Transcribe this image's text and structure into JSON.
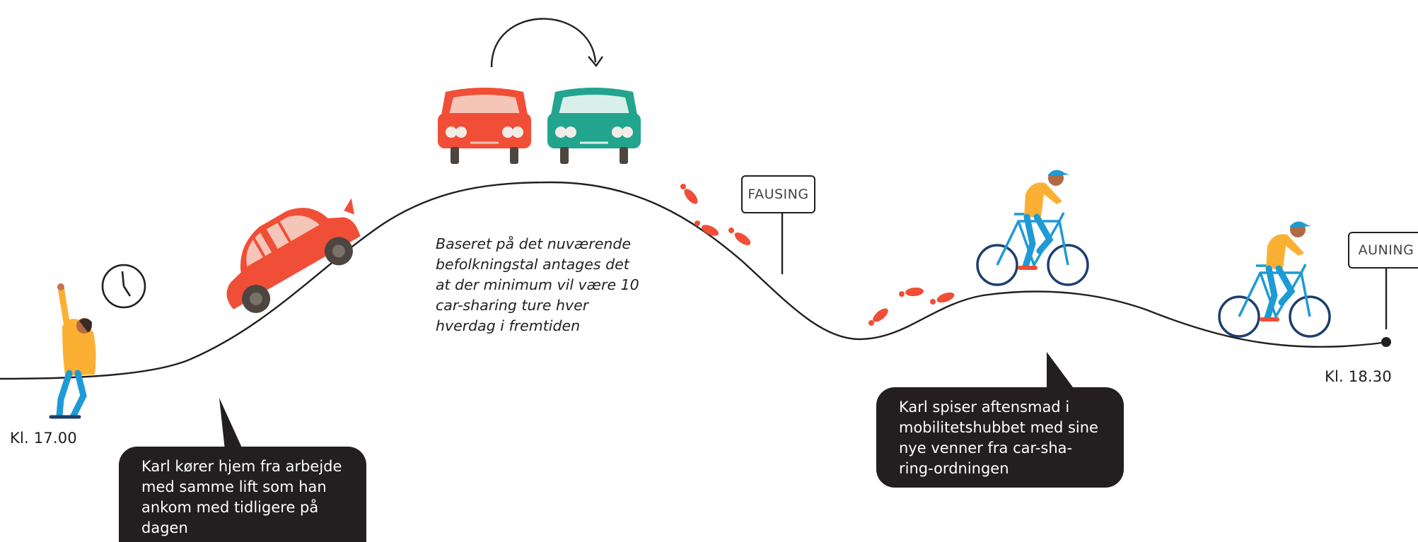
{
  "times": {
    "start": "Kl. 17.00",
    "end": "Kl. 18.30"
  },
  "signs": {
    "fausing": "FAUSING",
    "auning": "AUNING"
  },
  "note": [
    "Baseret på det nuværende",
    "befolkningstal antages det",
    "at der minimum vil være 10",
    "car-sharing ture hver",
    "hverdag i fremtiden"
  ],
  "bubbles": {
    "left": [
      "Karl kører hjem fra arbejde",
      "med samme lift som han",
      "ankom med tidligere på",
      "dagen"
    ],
    "right": [
      "Karl spiser aftensmad i",
      "mobilitetshubbet med sine",
      "nye venner fra car-sha-",
      "ring-ordningen"
    ]
  },
  "colors": {
    "red": "#f04e37",
    "teal": "#22a48f",
    "yellow": "#fbb034",
    "blue": "#1e9ad6",
    "navy": "#1d3f6e",
    "dark": "#231f20"
  },
  "icons": [
    "person-waving-icon",
    "clock-icon",
    "tilted-car-icon",
    "red-car-icon",
    "teal-car-icon",
    "swap-arrow-icon",
    "footprints-icon",
    "cyclist-icon",
    "sign-post-icon"
  ]
}
